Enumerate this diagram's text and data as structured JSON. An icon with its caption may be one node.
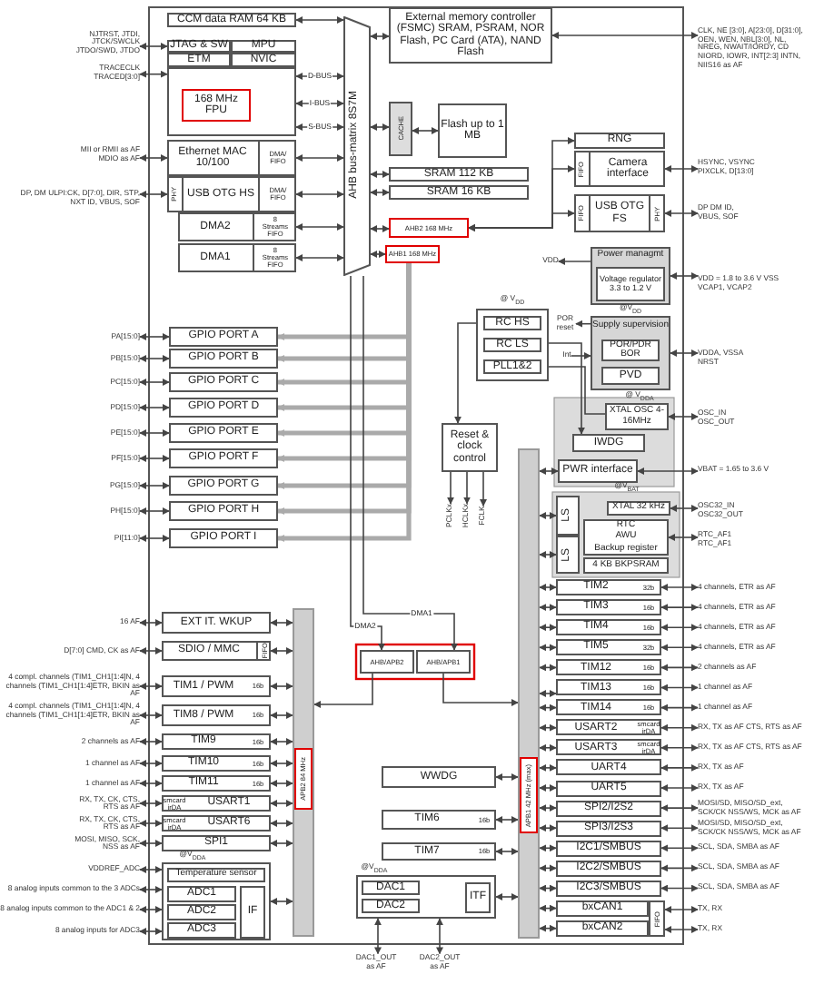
{
  "diagram": {
    "nodes": [
      {
        "text": [
          "CCM data RAM 64 KB"
        ]
      },
      {
        "text": [
          "JTAG & SW"
        ]
      },
      {
        "text": [
          "MPU"
        ]
      },
      {
        "text": [
          "ETM"
        ]
      },
      {
        "text": [
          "NVIC"
        ]
      },
      {
        "text": [],
        "shape": "box"
      },
      {
        "text": [
          "168 MHz FPU"
        ],
        "in": 5
      },
      {
        "text": [
          "Ethernet MAC 10/100",
          "DMA/ FIFO"
        ]
      },
      {
        "text": [
          "PHY",
          "USB OTG HS",
          "DMA/ FIFO"
        ]
      },
      {
        "text": [
          "DMA2",
          "8 Streams FIFO"
        ]
      },
      {
        "text": [
          "DMA1",
          "8 Streams FIFO"
        ]
      },
      {
        "text": [
          "AHB bus-matrix 8S7M"
        ]
      },
      {
        "text": [
          "External memory controller (FSMC) SRAM, PSRAM, NOR Flash, PC Card (ATA), NAND Flash"
        ]
      },
      {
        "text": [
          "CACHE"
        ]
      },
      {
        "text": [
          "Flash up to 1 MB"
        ]
      },
      {
        "text": [
          "SRAM 112 KB"
        ]
      },
      {
        "text": [
          "SRAM 16 KB"
        ]
      },
      {
        "text": [
          "AHB2 168 MHz"
        ]
      },
      {
        "text": [
          "AHB1 168 MHz"
        ]
      },
      {
        "text": [
          "RNG"
        ]
      },
      {
        "text": [
          "FIFO",
          "Camera interface"
        ]
      },
      {
        "text": [
          "FIFO",
          "USB OTG FS",
          "PHY"
        ]
      },
      {
        "text": [
          "Power managmt"
        ],
        "beside": [
          "@V$_{DD}$"
        ]
      },
      {
        "text": [
          "Voltage regulator 3.3 to 1.2 V"
        ],
        "in": 22
      },
      {
        "text": [],
        "shape": "box",
        "beside": [
          "@ V$_{DD}$"
        ]
      },
      {
        "text": [
          "RC HS"
        ],
        "in": 24
      },
      {
        "text": [
          "RC LS"
        ],
        "in": 24
      },
      {
        "text": [
          "PLL1&2"
        ],
        "in": 24
      },
      {
        "text": [
          "Reset & clock control"
        ]
      },
      {
        "text": [
          "Supply supervision"
        ]
      },
      {
        "text": [
          "POR/PDR BOR"
        ],
        "in": 29
      },
      {
        "text": [
          "PVD"
        ],
        "in": 29
      },
      {
        "text": [
          "XTAL OSC 4-16MHz"
        ],
        "beside": [
          "@ V$_{DDA}$"
        ]
      },
      {
        "text": [
          "IWDG"
        ]
      },
      {
        "text": [
          "PWR interface"
        ],
        "beside": [
          "@V$_{BAT}$"
        ]
      },
      {
        "text": [
          "LS"
        ]
      },
      {
        "text": [
          "LS"
        ]
      },
      {
        "text": [
          "XTAL 32 kHz"
        ]
      },
      {
        "text": [
          "RTC",
          "AWU",
          "Backup register"
        ]
      },
      {
        "text": [
          "4 KB BKPSRAM"
        ]
      },
      {
        "text": [
          "GPIO PORT A"
        ]
      },
      {
        "text": [
          "GPIO PORT B"
        ]
      },
      {
        "text": [
          "GPIO PORT C"
        ]
      },
      {
        "text": [
          "GPIO PORT D"
        ]
      },
      {
        "text": [
          "GPIO PORT E"
        ]
      },
      {
        "text": [
          "GPIO PORT F"
        ]
      },
      {
        "text": [
          "GPIO PORT G"
        ]
      },
      {
        "text": [
          "GPIO PORT H"
        ]
      },
      {
        "text": [
          "GPIO PORT I"
        ]
      },
      {
        "text": [
          "EXT IT. WKUP"
        ]
      },
      {
        "text": [
          "SDIO / MMC",
          "FIFO"
        ]
      },
      {
        "text": [
          "TIM1 / PWM",
          "16b"
        ]
      },
      {
        "text": [
          "TIM8 / PWM",
          "16b"
        ]
      },
      {
        "text": [
          "TIM9",
          "16b"
        ]
      },
      {
        "text": [
          "TIM10",
          "16b"
        ]
      },
      {
        "text": [
          "TIM11",
          "16b"
        ]
      },
      {
        "text": [
          "smcard irDA",
          "USART1"
        ]
      },
      {
        "text": [
          "smcard irDA",
          "USART6"
        ]
      },
      {
        "text": [
          "SPI1"
        ]
      },
      {
        "text": [],
        "shape": "box",
        "beside": [
          "@V$_{DDA}$"
        ]
      },
      {
        "text": [
          "Temperature sensor"
        ],
        "in": 59
      },
      {
        "text": [
          "ADC1"
        ],
        "in": 59
      },
      {
        "text": [
          "ADC2"
        ],
        "in": 59
      },
      {
        "text": [
          "ADC3"
        ],
        "in": 59
      },
      {
        "text": [
          "IF"
        ],
        "in": 59
      },
      {
        "text": [],
        "shape": "bar"
      },
      {
        "text": [
          "APB2 84 MHz"
        ],
        "in": 65
      },
      {
        "text": [
          "AHB/APB2"
        ]
      },
      {
        "text": [
          "AHB/APB1"
        ]
      },
      {
        "text": [
          "WWDG"
        ]
      },
      {
        "text": [
          "TIM6",
          "16b"
        ]
      },
      {
        "text": [
          "TIM7",
          "16b"
        ]
      },
      {
        "text": [],
        "shape": "box",
        "beside": [
          "@V$_{DDA}$"
        ]
      },
      {
        "text": [
          "DAC1"
        ],
        "in": 72
      },
      {
        "text": [
          "DAC2"
        ],
        "in": 72
      },
      {
        "text": [
          "ITF"
        ],
        "in": 72
      },
      {
        "text": [],
        "shape": "bar"
      },
      {
        "text": [
          "APB1 42 MHz (max)"
        ],
        "in": 76
      },
      {
        "text": [
          "TIM2",
          "32b"
        ]
      },
      {
        "text": [
          "TIM3",
          "16b"
        ]
      },
      {
        "text": [
          "TIM4",
          "16b"
        ]
      },
      {
        "text": [
          "TIM5",
          "32b"
        ]
      },
      {
        "text": [
          "TIM12",
          "16b"
        ]
      },
      {
        "text": [
          "TIM13",
          "16b"
        ]
      },
      {
        "text": [
          "TIM14",
          "16b"
        ]
      },
      {
        "text": [
          "USART2",
          "smcard irDA"
        ]
      },
      {
        "text": [
          "USART3",
          "smcard irDA"
        ]
      },
      {
        "text": [
          "UART4"
        ]
      },
      {
        "text": [
          "UART5"
        ]
      },
      {
        "text": [
          "SPI2/I2S2"
        ]
      },
      {
        "text": [
          "SPI3/I2S3"
        ]
      },
      {
        "text": [
          "I2C1/SMBUS"
        ]
      },
      {
        "text": [
          "I2C2/SMBUS"
        ]
      },
      {
        "text": [
          "I2C3/SMBUS"
        ]
      },
      {
        "text": [
          "bxCAN1"
        ]
      },
      {
        "text": [
          "bxCAN2"
        ]
      },
      {
        "text": [
          "FIFO"
        ]
      },
      {
        "text": [
          "NJTRST, JTDI, JTCK/SWCLK JTDO/SWD, JTDO"
        ]
      },
      {
        "text": [
          "TRACECLK TRACED[3:0]"
        ]
      },
      {
        "text": [
          "MII or RMII as AF MDIO as AF"
        ]
      },
      {
        "text": [
          "DP, DM ULPI:CK, D[7:0], DIR, STP, NXT ID, VBUS, SOF"
        ]
      },
      {
        "text": [
          "PA[15:0]"
        ]
      },
      {
        "text": [
          "PB[15:0]"
        ]
      },
      {
        "text": [
          "PC[15:0]"
        ]
      },
      {
        "text": [
          "PD[15:0]"
        ]
      },
      {
        "text": [
          "PE[15:0]"
        ]
      },
      {
        "text": [
          "PF[15:0]"
        ]
      },
      {
        "text": [
          "PG[15:0]"
        ]
      },
      {
        "text": [
          "PH[15:0]"
        ]
      },
      {
        "text": [
          "PI[11:0]"
        ]
      },
      {
        "text": [
          "16 AF"
        ]
      },
      {
        "text": [
          "D[7:0] CMD, CK as AF"
        ]
      },
      {
        "text": [
          "4 compl. channels (TIM1_CH1[1:4]N, 4 channels (TIM1_CH1[1:4]ETR, BKIN as AF"
        ]
      },
      {
        "text": [
          "4 compl. channels (TIM1_CH1[1:4]N, 4 channels (TIM1_CH1[1:4]ETR, BKIN as AF"
        ]
      },
      {
        "text": [
          "2 channels as AF"
        ]
      },
      {
        "text": [
          "1 channel as AF"
        ]
      },
      {
        "text": [
          "1 channel as AF"
        ]
      },
      {
        "text": [
          "RX, TX, CK, CTS, RTS as AF"
        ]
      },
      {
        "text": [
          "RX, TX, CK, CTS, RTS as AF"
        ]
      },
      {
        "text": [
          "MOSI, MISO, SCK, NSS as AF"
        ]
      },
      {
        "text": [
          "VDDREF_ADC"
        ]
      },
      {
        "text": [
          "8 analog inputs common to the 3 ADCs"
        ]
      },
      {
        "text": [
          "8 analog inputs common to the ADC1 & 2"
        ]
      },
      {
        "text": [
          "8 analog inputs for ADC3"
        ]
      },
      {
        "text": [
          "CLK, NE [3:0], A[23:0], D[31:0], OEN, WEN, NBL[3:0], NL, NREG, NWAIT/IORDY, CD NIORD, IOWR, INT[2:3] INTN, NIIS16 as AF"
        ]
      },
      {
        "text": [
          "HSYNC, VSYNC PIXCLK, D[13:0]"
        ]
      },
      {
        "text": [
          "DP DM ID, VBUS, SOF"
        ]
      },
      {
        "text": [
          "VDD = 1.8 to 3.6 V VSS VCAP1, VCAP2"
        ]
      },
      {
        "text": [
          "VDDA, VSSA NRST"
        ]
      },
      {
        "text": [
          "OSC_IN OSC_OUT"
        ]
      },
      {
        "text": [
          "VBAT = 1.65 to 3.6 V"
        ]
      },
      {
        "text": [
          "OSC32_IN OSC32_OUT"
        ]
      },
      {
        "text": [
          "RTC_AF1 RTC_AF1"
        ]
      },
      {
        "text": [
          "4 channels, ETR as AF"
        ]
      },
      {
        "text": [
          "4 channels, ETR as AF"
        ]
      },
      {
        "text": [
          "4 channels, ETR as AF"
        ]
      },
      {
        "text": [
          "4 channels, ETR as AF"
        ]
      },
      {
        "text": [
          "2 channels as AF"
        ]
      },
      {
        "text": [
          "1 channel as AF"
        ]
      },
      {
        "text": [
          "1 channel as AF"
        ]
      },
      {
        "text": [
          "RX, TX as AF CTS, RTS as AF"
        ]
      },
      {
        "text": [
          "RX, TX as AF CTS, RTS as AF"
        ]
      },
      {
        "text": [
          "RX, TX as AF"
        ]
      },
      {
        "text": [
          "RX, TX as AF"
        ]
      },
      {
        "text": [
          "MOSI/SD, MISO/SD_ext, SCK/CK NSS/WS, MCK as AF"
        ]
      },
      {
        "text": [
          "MOSI/SD, MISO/SD_ext, SCK/CK NSS/WS, MCK as AF"
        ]
      },
      {
        "text": [
          "SCL, SDA, SMBA as AF"
        ]
      },
      {
        "text": [
          "SCL, SDA, SMBA as AF"
        ]
      },
      {
        "text": [
          "SCL, SDA, SMBA as AF"
        ]
      },
      {
        "text": [
          "TX, RX"
        ]
      },
      {
        "text": [
          "TX, RX"
        ]
      },
      {
        "text": [
          "DAC1_OUT as AF"
        ]
      },
      {
        "text": [
          "DAC2_OUT as AF"
        ]
      },
      {
        "text": [
          "PCLKx"
        ]
      },
      {
        "text": [
          "HCLKx"
        ]
      },
      {
        "text": [
          "FCLK"
        ]
      },
      {
        "text": [
          "VDD"
        ]
      },
      {
        "text": [
          "POR reset"
        ]
      },
      {
        "text": [
          "Int"
        ]
      }
    ],
    "edges": [
      {
        "from": 0,
        "to": 11,
        "arrow": "both"
      },
      {
        "from": 5,
        "to": 11,
        "arrow": "both",
        "label": "D-BUS"
      },
      {
        "from": 5,
        "to": 11,
        "arrow": "both",
        "label": "I-BUS"
      },
      {
        "from": 5,
        "to": 11,
        "arrow": "both",
        "label": "S-BUS"
      },
      {
        "from": 7,
        "to": 11,
        "arrow": "both"
      },
      {
        "from": 8,
        "to": 11,
        "arrow": "both"
      },
      {
        "from": 9,
        "to": 11,
        "arrow": "both"
      },
      {
        "from": 10,
        "to": 11,
        "arrow": "both"
      },
      {
        "from": 11,
        "to": 12,
        "arrow": "both"
      },
      {
        "from": 11,
        "to": 13,
        "arrow": "both"
      },
      {
        "from": 13,
        "to": 14,
        "arrow": "both"
      },
      {
        "from": 11,
        "to": 15,
        "arrow": "both"
      },
      {
        "from": 11,
        "to": 16,
        "arrow": "both"
      },
      {
        "from": 11,
        "to": 17,
        "arrow": "both"
      },
      {
        "from": 11,
        "to": 18,
        "arrow": "both"
      },
      {
        "from": 17,
        "to": 19,
        "arrow": "both"
      },
      {
        "from": 17,
        "to": 20,
        "arrow": "both"
      },
      {
        "from": 17,
        "to": 21,
        "arrow": "both"
      },
      {
        "from": 18,
        "to": 40,
        "arrow": "to",
        "style": "thick",
        "color": "#aaaaaa"
      },
      {
        "from": 18,
        "to": 41,
        "arrow": "to",
        "style": "thick",
        "color": "#aaaaaa"
      },
      {
        "from": 18,
        "to": 42,
        "arrow": "to",
        "style": "thick",
        "color": "#aaaaaa"
      },
      {
        "from": 18,
        "to": 43,
        "arrow": "to",
        "style": "thick",
        "color": "#aaaaaa"
      },
      {
        "from": 18,
        "to": 44,
        "arrow": "to",
        "style": "thick",
        "color": "#aaaaaa"
      },
      {
        "from": 18,
        "to": 45,
        "arrow": "to",
        "style": "thick",
        "color": "#aaaaaa"
      },
      {
        "from": 18,
        "to": 46,
        "arrow": "to",
        "style": "thick",
        "color": "#aaaaaa"
      },
      {
        "from": 18,
        "to": 47,
        "arrow": "to",
        "style": "thick",
        "color": "#aaaaaa"
      },
      {
        "from": 18,
        "to": 48,
        "arrow": "to",
        "style": "thick",
        "color": "#aaaaaa"
      },
      {
        "from": 12,
        "to": 124,
        "arrow": "both"
      },
      {
        "from": 20,
        "to": 125,
        "arrow": "both"
      },
      {
        "from": 21,
        "to": 126,
        "arrow": "both"
      },
      {
        "from": 22,
        "to": 127,
        "arrow": "both"
      },
      {
        "from": 29,
        "to": 128,
        "arrow": "both"
      },
      {
        "from": 32,
        "to": 129,
        "arrow": "both"
      },
      {
        "from": 34,
        "to": 130,
        "arrow": "both"
      },
      {
        "from": 37,
        "to": 131,
        "arrow": "both"
      },
      {
        "from": 38,
        "to": 132,
        "arrow": "both"
      },
      {
        "from": 1,
        "to": 97,
        "arrow": "both"
      },
      {
        "from": 5,
        "to": 98,
        "arrow": "both"
      },
      {
        "from": 7,
        "to": 99,
        "arrow": "both"
      },
      {
        "from": 8,
        "to": 100,
        "arrow": "both"
      },
      {
        "from": 40,
        "to": 101,
        "arrow": "both"
      },
      {
        "from": 41,
        "to": 102,
        "arrow": "both"
      },
      {
        "from": 42,
        "to": 103,
        "arrow": "both"
      },
      {
        "from": 43,
        "to": 104,
        "arrow": "both"
      },
      {
        "from": 44,
        "to": 105,
        "arrow": "both"
      },
      {
        "from": 45,
        "to": 106,
        "arrow": "both"
      },
      {
        "from": 46,
        "to": 107,
        "arrow": "both"
      },
      {
        "from": 47,
        "to": 108,
        "arrow": "both"
      },
      {
        "from": 48,
        "to": 109,
        "arrow": "both"
      },
      {
        "from": 49,
        "to": 110,
        "arrow": "both"
      },
      {
        "from": 50,
        "to": 111,
        "arrow": "both"
      },
      {
        "from": 51,
        "to": 112,
        "arrow": "both"
      },
      {
        "from": 52,
        "to": 113,
        "arrow": "both"
      },
      {
        "from": 53,
        "to": 114,
        "arrow": "both"
      },
      {
        "from": 54,
        "to": 115,
        "arrow": "both"
      },
      {
        "from": 55,
        "to": 116,
        "arrow": "both"
      },
      {
        "from": 56,
        "to": 117,
        "arrow": "both"
      },
      {
        "from": 57,
        "to": 118,
        "arrow": "both"
      },
      {
        "from": 58,
        "to": 119,
        "arrow": "both"
      },
      {
        "from": 59,
        "to": 120,
        "arrow": "both"
      },
      {
        "from": 59,
        "to": 121,
        "arrow": "both"
      },
      {
        "from": 59,
        "to": 122,
        "arrow": "both"
      },
      {
        "from": 59,
        "to": 123,
        "arrow": "both"
      },
      {
        "from": 49,
        "to": 65,
        "arrow": "both"
      },
      {
        "from": 50,
        "to": 65,
        "arrow": "both"
      },
      {
        "from": 51,
        "to": 65,
        "arrow": "both"
      },
      {
        "from": 52,
        "to": 65,
        "arrow": "both"
      },
      {
        "from": 53,
        "to": 65,
        "arrow": "both"
      },
      {
        "from": 54,
        "to": 65,
        "arrow": "both"
      },
      {
        "from": 55,
        "to": 65,
        "arrow": "both"
      },
      {
        "from": 56,
        "to": 65,
        "arrow": "both"
      },
      {
        "from": 57,
        "to": 65,
        "arrow": "both"
      },
      {
        "from": 58,
        "to": 65,
        "arrow": "both"
      },
      {
        "from": 59,
        "to": 65,
        "arrow": "both"
      },
      {
        "from": 11,
        "to": 67,
        "arrow": "to",
        "label": "DMA2"
      },
      {
        "from": 11,
        "to": 68,
        "arrow": "to",
        "label": "DMA1"
      },
      {
        "from": 67,
        "to": 65,
        "arrow": "to"
      },
      {
        "from": 68,
        "to": 76,
        "arrow": "to"
      },
      {
        "from": 69,
        "to": 76,
        "arrow": "both"
      },
      {
        "from": 70,
        "to": 76,
        "arrow": "both"
      },
      {
        "from": 71,
        "to": 76,
        "arrow": "both"
      },
      {
        "from": 72,
        "to": 76,
        "arrow": "both"
      },
      {
        "from": 76,
        "to": 34,
        "arrow": "both"
      },
      {
        "from": 76,
        "to": 35,
        "arrow": "both"
      },
      {
        "from": 76,
        "to": 36,
        "arrow": "both"
      },
      {
        "from": 76,
        "to": 78,
        "arrow": "both"
      },
      {
        "from": 76,
        "to": 79,
        "arrow": "both"
      },
      {
        "from": 76,
        "to": 80,
        "arrow": "both"
      },
      {
        "from": 76,
        "to": 81,
        "arrow": "both"
      },
      {
        "from": 76,
        "to": 82,
        "arrow": "both"
      },
      {
        "from": 76,
        "to": 83,
        "arrow": "both"
      },
      {
        "from": 76,
        "to": 84,
        "arrow": "both"
      },
      {
        "from": 76,
        "to": 85,
        "arrow": "both"
      },
      {
        "from": 76,
        "to": 86,
        "arrow": "both"
      },
      {
        "from": 76,
        "to": 87,
        "arrow": "both"
      },
      {
        "from": 76,
        "to": 88,
        "arrow": "both"
      },
      {
        "from": 76,
        "to": 89,
        "arrow": "both"
      },
      {
        "from": 76,
        "to": 90,
        "arrow": "both"
      },
      {
        "from": 76,
        "to": 91,
        "arrow": "both"
      },
      {
        "from": 76,
        "to": 92,
        "arrow": "both"
      },
      {
        "from": 76,
        "to": 93,
        "arrow": "both"
      },
      {
        "from": 76,
        "to": 94,
        "arrow": "both"
      },
      {
        "from": 76,
        "to": 95,
        "arrow": "both"
      },
      {
        "from": 78,
        "to": 133,
        "arrow": "both"
      },
      {
        "from": 79,
        "to": 134,
        "arrow": "both"
      },
      {
        "from": 80,
        "to": 135,
        "arrow": "both"
      },
      {
        "from": 81,
        "to": 136,
        "arrow": "both"
      },
      {
        "from": 82,
        "to": 137,
        "arrow": "both"
      },
      {
        "from": 83,
        "to": 138,
        "arrow": "both"
      },
      {
        "from": 84,
        "to": 139,
        "arrow": "both"
      },
      {
        "from": 85,
        "to": 140,
        "arrow": "both"
      },
      {
        "from": 86,
        "to": 141,
        "arrow": "both"
      },
      {
        "from": 87,
        "to": 142,
        "arrow": "both"
      },
      {
        "from": 88,
        "to": 143,
        "arrow": "both"
      },
      {
        "from": 89,
        "to": 144,
        "arrow": "both"
      },
      {
        "from": 90,
        "to": 145,
        "arrow": "both"
      },
      {
        "from": 91,
        "to": 146,
        "arrow": "both"
      },
      {
        "from": 92,
        "to": 147,
        "arrow": "both"
      },
      {
        "from": 93,
        "to": 148,
        "arrow": "both"
      },
      {
        "from": 96,
        "to": 149,
        "arrow": "both"
      },
      {
        "from": 96,
        "to": 150,
        "arrow": "both"
      },
      {
        "from": 72,
        "to": 151,
        "arrow": "both"
      },
      {
        "from": 72,
        "to": 152,
        "arrow": "both"
      },
      {
        "from": 24,
        "to": 28,
        "arrow": "to"
      },
      {
        "from": 32,
        "to": 27,
        "arrow": "to"
      },
      {
        "from": 26,
        "to": 33,
        "arrow": "to"
      },
      {
        "from": 28,
        "to": 153,
        "arrow": "to"
      },
      {
        "from": 28,
        "to": 154,
        "arrow": "to"
      },
      {
        "from": 28,
        "to": 155,
        "arrow": "to"
      },
      {
        "from": 22,
        "to": 156,
        "arrow": "to"
      },
      {
        "from": 29,
        "to": 157,
        "arrow": "to"
      },
      {
        "from": 158,
        "to": 29,
        "arrow": "to"
      }
    ]
  }
}
